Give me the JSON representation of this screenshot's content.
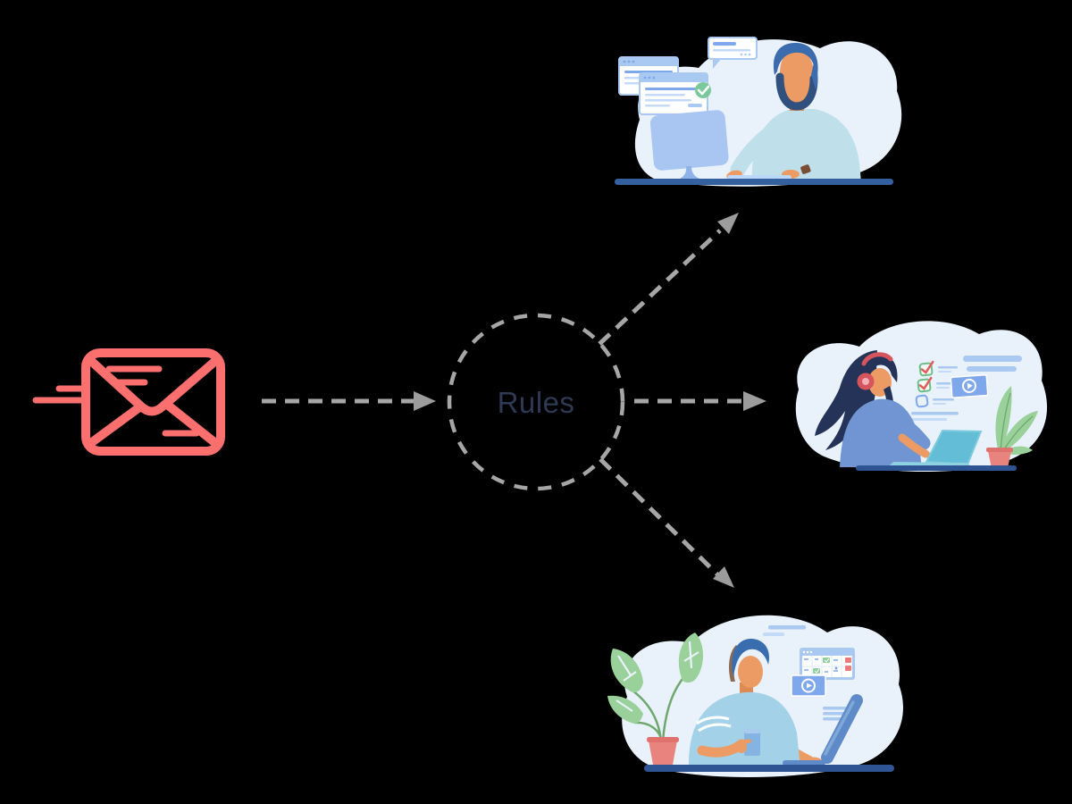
{
  "diagram": {
    "rules_label": "Rules",
    "flow": {
      "source": "speeding-email",
      "hub_label": "Rules",
      "targets": [
        "agent-at-desktop-with-browser-windows",
        "agent-with-headset-at-laptop",
        "agent-with-cup-at-monitor"
      ]
    }
  },
  "icons": {
    "email": "speeding-envelope-icon",
    "hub": "dashed-circle-node",
    "connector": "dashed-arrow",
    "check": "check-circle-icon",
    "video": "video-player-icon",
    "calendar": "calendar-icon",
    "chat": "chat-bubble-icon",
    "browser": "browser-window-icon",
    "checklist": "checklist-icon"
  },
  "colors": {
    "background": "#000000",
    "envelope": "#FC6F6F",
    "dash_gray": "#A6A6A6",
    "arrowhead_gray": "#9C9C9C",
    "rules_text": "#2E3A54",
    "blob_blue": "#E9F2FB",
    "desk_navy": "#2E5494",
    "desk_top_blue": "#35609F",
    "ui_card_blue": "#A9C9F2",
    "ui_line_light": "#C3DAF8",
    "ui_line_mid": "#7FA8EC",
    "check_green": "#7CC89B",
    "alert_red": "#E25C5C",
    "skin": "#EB9B63",
    "skin_shadow": "#DD8B52",
    "hair_blue": "#3A6CAE",
    "beard_navy": "#30517E",
    "hair_navy": "#263358",
    "hair_brown": "#8A6A52",
    "shirt_teal": "#BFE0EA",
    "shirt_blue": "#7095D2",
    "shirt_lightblue": "#A3D2E8",
    "monitor_periwinkle": "#A9C5F2",
    "monitor_stand": "#8FB2E8",
    "monitor_side_blue": "#5E8AC8",
    "laptop_screen": "#63BDD6",
    "laptop_deck": "#8ED2E2",
    "headphones_red": "#D6545C",
    "headphones_pad": "#F2AFB5",
    "plant_green": "#9AD09A",
    "stem_green": "#6FA86F",
    "pot_coral": "#E8837E",
    "pot_rim": "#E0726E",
    "cup_blue": "#85B4E2",
    "keyboard_blue": "#BCD8F8",
    "watch_brown": "#7A4E35",
    "calendar_green": "#8FCE9F",
    "calendar_red": "#ED7A7A"
  }
}
